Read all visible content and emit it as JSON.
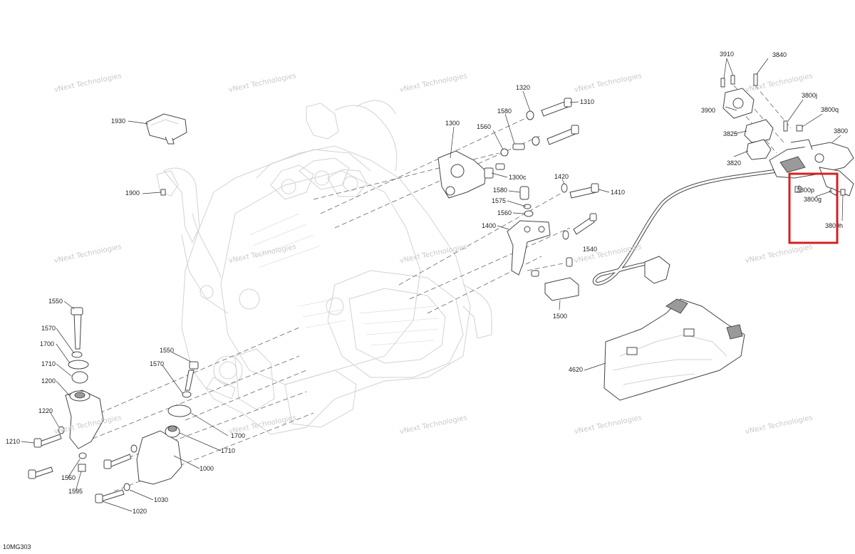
{
  "diagram_code": "10MG303",
  "watermark_text": [
    "vNext Technologies",
    "vNext Technologies",
    "vNext Technologies",
    "vNext Technologies",
    "vNext Technologies",
    "vNext Technologies",
    "vNext Technologies",
    "vNext Technologies",
    "vNext Technologies",
    "vNext Technologies",
    "vNext Technologies",
    "vNext Technologies",
    "vNext Technologies",
    "vNext Technologies",
    "vNext Technologies"
  ],
  "callouts": {
    "c1930": "1930",
    "c1900": "1900",
    "c1300": "1300",
    "c1320": "1320",
    "c1580a": "1580",
    "c1310": "1310",
    "c1560a": "1560",
    "c1300c": "1300c",
    "c1420": "1420",
    "c1410": "1410",
    "c1580b": "1580",
    "c1575": "1575",
    "c1560b": "1560",
    "c1400": "1400",
    "c1540": "1540",
    "c1500": "1500",
    "c3910": "3910",
    "c3840": "3840",
    "c3800j": "3800j",
    "c3900": "3900",
    "c3800q": "3800q",
    "c3800": "3800",
    "c3825": "3825",
    "c3820": "3820",
    "c3800p": "3800p",
    "c3800g": "3800g",
    "c3800h": "3800h",
    "c4620": "4620",
    "c1550a": "1550",
    "c1570a": "1570",
    "c1700a": "1700",
    "c1710a": "1710",
    "c1200": "1200",
    "c1220": "1220",
    "c1210": "1210",
    "c1560c": "1560",
    "c1595": "1595",
    "c1550b": "1550",
    "c1570b": "1570",
    "c1700b": "1700",
    "c1710b": "1710",
    "c1000": "1000",
    "c1030": "1030",
    "c1020": "1020"
  },
  "highlight": {
    "target": "3800g",
    "color": "#d62020"
  }
}
